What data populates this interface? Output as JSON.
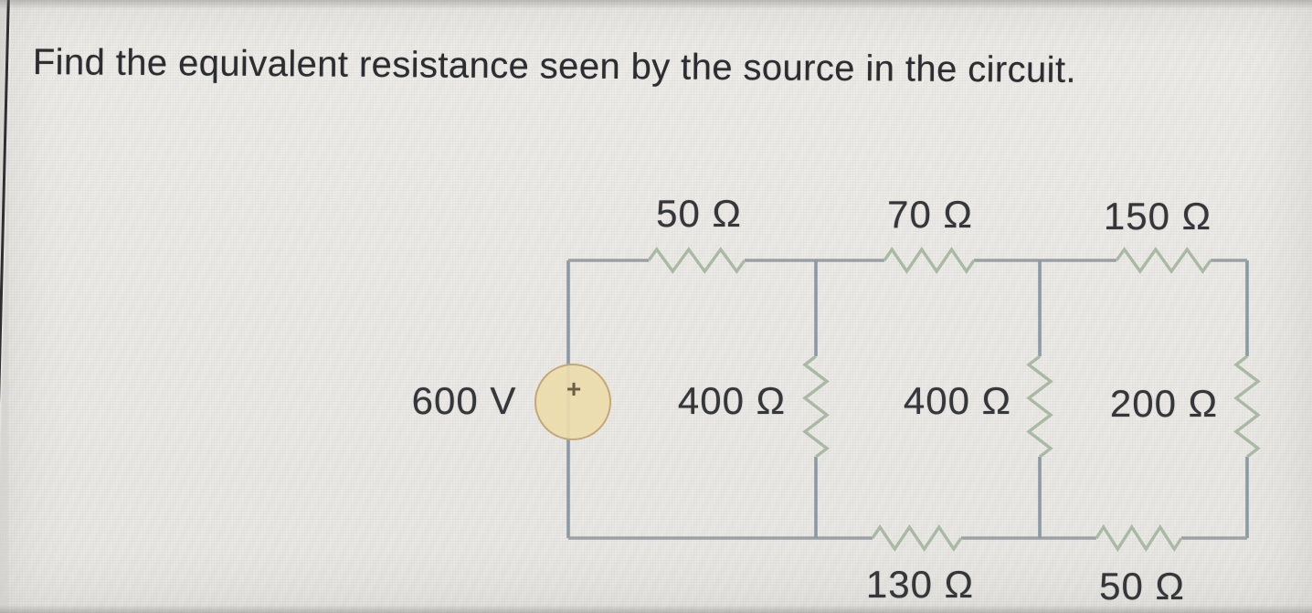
{
  "page": {
    "title": "Find the equivalent resistance seen by the source in the circuit."
  },
  "circuit": {
    "source": {
      "label": "600 V",
      "polarity_symbol": "+"
    },
    "resistors": {
      "top_left": {
        "label": "50 Ω"
      },
      "top_middle": {
        "label": "70 Ω"
      },
      "top_right": {
        "label": "150 Ω"
      },
      "shunt_left": {
        "label": "400 Ω"
      },
      "shunt_middle": {
        "label": "400 Ω"
      },
      "shunt_right": {
        "label": "200 Ω"
      },
      "bottom_middle": {
        "label": "130 Ω"
      },
      "bottom_right": {
        "label": "50 Ω"
      }
    },
    "colors": {
      "wire": "#8a99a3",
      "wire_horizontal": "#9aa1a5",
      "resistor": "#a9baa4",
      "source_fill": "#eddcab",
      "source_border": "#c4a878",
      "text": "#35363a",
      "title": "#2c2d30",
      "edge_line": "#2f2f31"
    }
  }
}
